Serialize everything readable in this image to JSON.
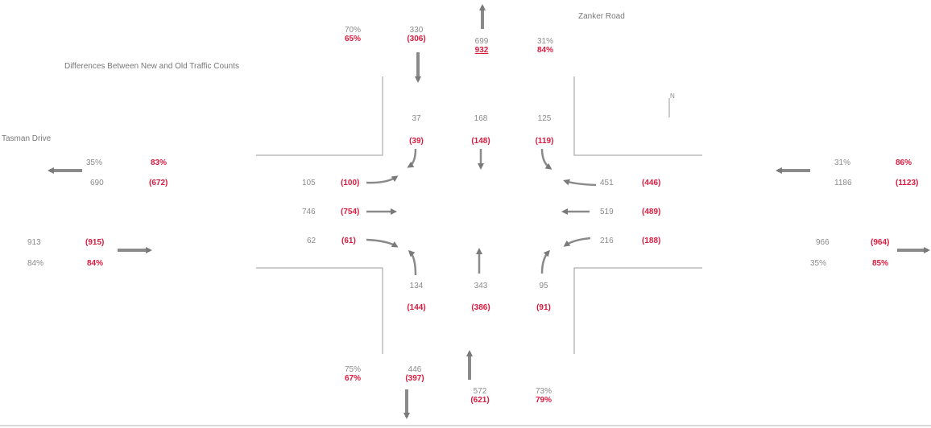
{
  "labels": {
    "title": "Differences Between New and Old Traffic Counts",
    "street_ns": "Zanker Road",
    "street_ew": "Tasman Drive",
    "north": "N"
  },
  "north_approach": {
    "in_total_old": "330",
    "in_total_new": "(306)",
    "in_pct_old": "70%",
    "in_pct_new": "65%",
    "out_total_old": "699",
    "out_total_new": "932",
    "out_pct_old": "31%",
    "out_pct_new": "84%",
    "right_old": "37",
    "right_new": "(39)",
    "thru_old": "168",
    "thru_new": "(148)",
    "left_old": "125",
    "left_new": "(119)"
  },
  "west_approach": {
    "out_pct_old": "35%",
    "out_pct_new": "83%",
    "out_total_old": "690",
    "out_total_new": "(672)",
    "in_total_old": "913",
    "in_total_new": "(915)",
    "in_pct_old": "84%",
    "in_pct_new": "84%",
    "left_old": "105",
    "left_new": "(100)",
    "thru_old": "746",
    "thru_new": "(754)",
    "right_old": "62",
    "right_new": "(61)"
  },
  "east_approach": {
    "right_old": "451",
    "right_new": "(446)",
    "thru_old": "519",
    "thru_new": "(489)",
    "left_old": "216",
    "left_new": "(188)",
    "out_pct_old": "31%",
    "out_pct_new": "86%",
    "in_total_old": "1186",
    "in_total_new": "(1123)",
    "out_total_old": "966",
    "out_total_new": "(964)",
    "pct2_old": "35%",
    "pct2_new": "85%"
  },
  "south_approach": {
    "left_old": "134",
    "left_new": "(144)",
    "thru_old": "343",
    "thru_new": "(386)",
    "right_old": "95",
    "right_new": "(91)",
    "out_pct_old": "75%",
    "out_pct_new": "67%",
    "out_total_old": "446",
    "out_total_new": "(397)",
    "in_total_old": "572",
    "in_total_new": "(621)",
    "in_pct_old": "73%",
    "in_pct_new": "79%"
  }
}
